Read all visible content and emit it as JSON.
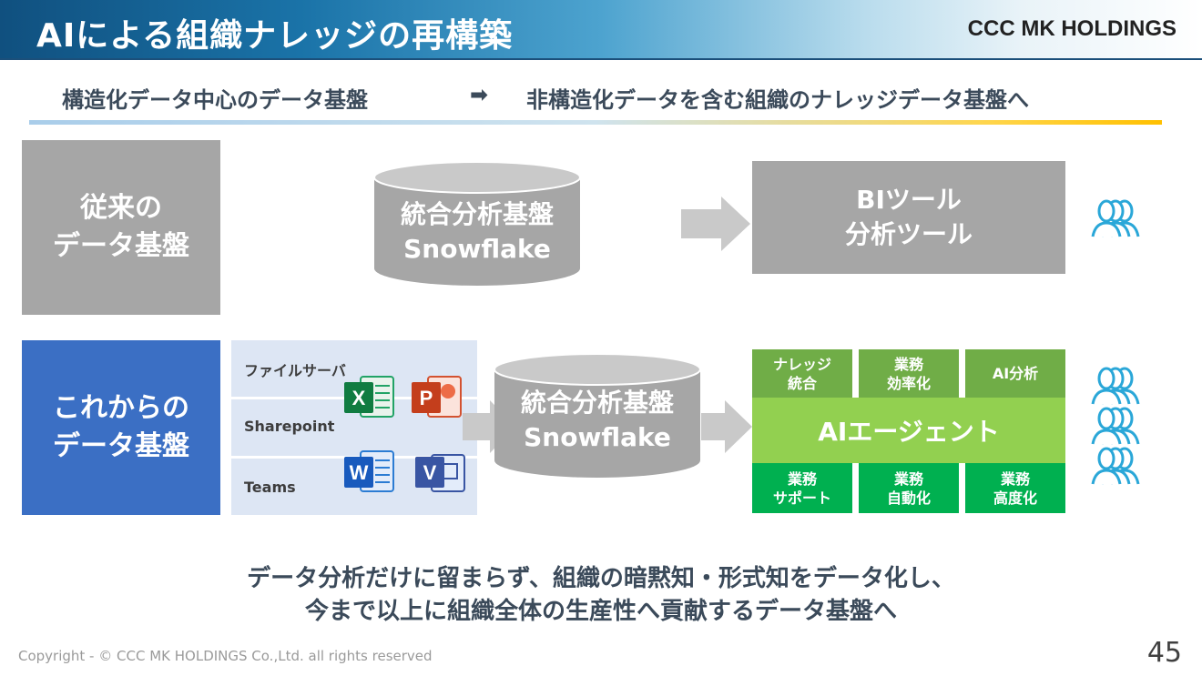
{
  "header": {
    "title": "AIによる組織ナレッジの再構築",
    "logo": "CCC MK HOLDINGS"
  },
  "subtitle": {
    "left": "構造化データ中心のデータ基盤",
    "arrow": "➡",
    "right": "非構造化データを含む組織のナレッジデータ基盤へ"
  },
  "old_row": {
    "label_line1": "従来の",
    "label_line2": "データ基盤",
    "db_line1": "統合分析基盤",
    "db_line2": "Snowflake",
    "tools_line1": "BIツール",
    "tools_line2": "分析ツール"
  },
  "new_row": {
    "label_line1": "これからの",
    "label_line2": "データ基盤",
    "sources": [
      "ファイルサーバ",
      "Sharepoint",
      "Teams"
    ],
    "icons": [
      "excel-icon",
      "powerpoint-icon",
      "word-icon",
      "visio-icon"
    ],
    "icon_letters": {
      "excel": "X",
      "powerpoint": "P",
      "word": "W",
      "visio": "V"
    },
    "db_line1": "統合分析基盤",
    "db_line2": "Snowflake",
    "agent": {
      "title": "AIエージェント",
      "top": [
        {
          "line1": "ナレッジ",
          "line2": "統合"
        },
        {
          "line1": "業務",
          "line2": "効率化"
        },
        {
          "line1": "AI分析",
          "line2": ""
        }
      ],
      "bottom": [
        {
          "line1": "業務",
          "line2": "サポート"
        },
        {
          "line1": "業務",
          "line2": "自動化"
        },
        {
          "line1": "業務",
          "line2": "高度化"
        }
      ]
    }
  },
  "conclusion": {
    "line1": "データ分析だけに留まらず、組織の暗黙知・形式知をデータ化し、",
    "line2": "今まで以上に組織全体の生産性へ貢献するデータ基盤へ"
  },
  "footer": {
    "copyright": "Copyright - © CCC MK HOLDINGS Co.,Ltd. all rights reserved",
    "page": "45"
  },
  "colors": {
    "legacy_gray": "#a6a6a6",
    "new_blue": "#3b6fc4",
    "agent_green": "#92d050",
    "agent_dark_green": "#70ad47",
    "agent_bright_green": "#00b050",
    "people_blue": "#2aa7d8"
  }
}
